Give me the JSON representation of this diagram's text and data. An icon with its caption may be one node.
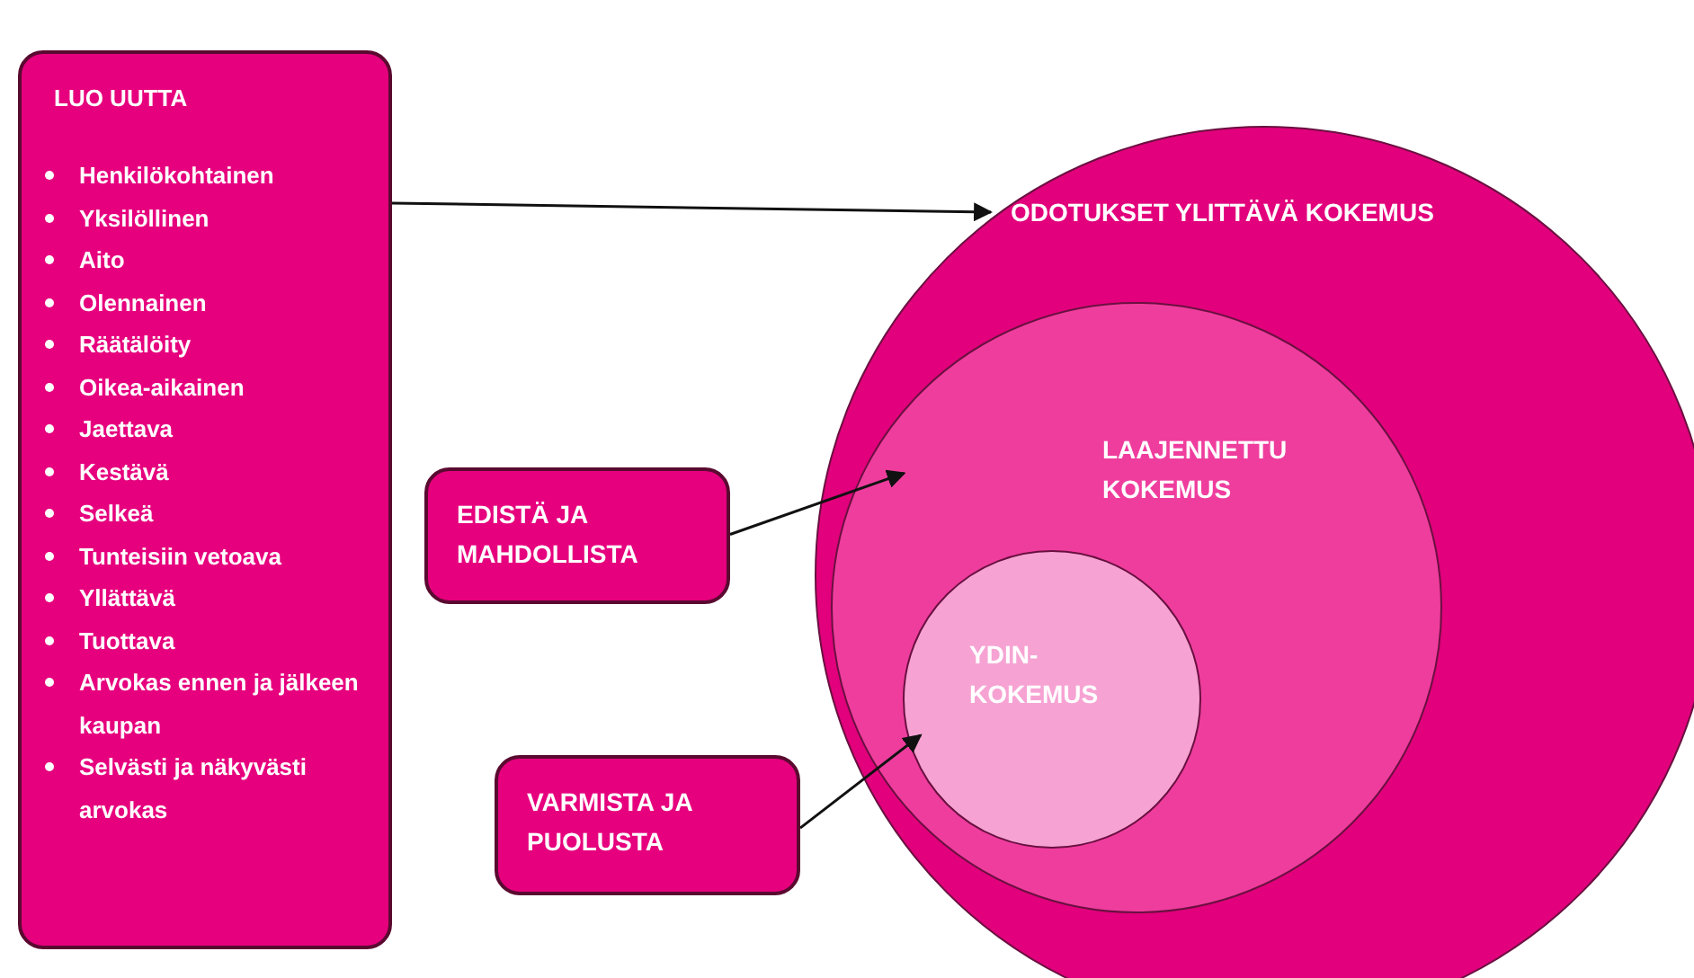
{
  "diagram": {
    "nodes": [
      {
        "text": [
          "LUO UUTTA",
          "Henkilökohtainen",
          "Yksilöllinen",
          "Aito",
          "Olennainen",
          "Räätälöity",
          "Oikea-aikainen",
          "Jaettava",
          "Kestävä",
          "Selkeä",
          "Tunteisiin vetoava",
          "Yllättävä",
          "Tuottava",
          "Arvokas ennen ja jälkeen kaupan",
          "Selvästi ja näkyvästi arvokas"
        ]
      },
      {
        "text": [
          "ODOTUKSET YLITTÄVÄ KOKEMUS"
        ]
      },
      {
        "text": [
          "LAAJENNETTU KOKEMUS"
        ],
        "in": 1
      },
      {
        "text": [
          "YDIN- KOKEMUS"
        ],
        "in": 2
      },
      {
        "text": [
          "EDISTÄ JA MAHDOLLISTA"
        ]
      },
      {
        "text": [
          "VARMISTA JA PUOLUSTA"
        ]
      }
    ],
    "edges": [
      {
        "from": 0,
        "to": 1,
        "arrow": "to"
      },
      {
        "from": 4,
        "to": 2,
        "arrow": "to"
      },
      {
        "from": 5,
        "to": 3,
        "arrow": "to"
      }
    ]
  }
}
